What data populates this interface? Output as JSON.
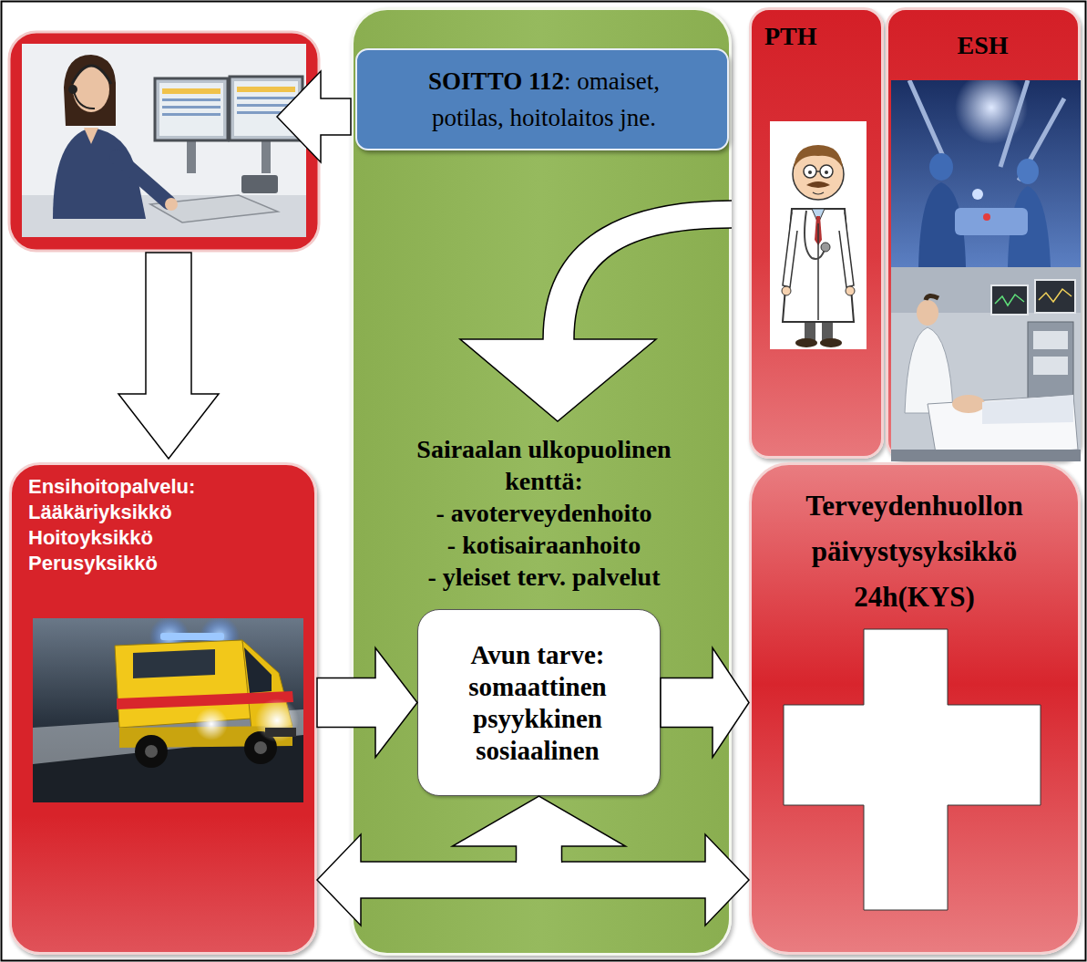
{
  "diagram": {
    "nodes": [
      {
        "text": [
          "Sairaalan ulkopuolinen kenttä:",
          "- avoterveydenhoito",
          "- kotisairaanhoito",
          "- yleiset terv. palvelut"
        ]
      },
      {
        "text": [
          "SOITTO 112",
          ": omaiset, potilas, hoitolaitos jne."
        ],
        "in": 0
      },
      {
        "text": [
          "PTH"
        ]
      },
      {
        "text": [
          "ESH"
        ]
      },
      {
        "text": [
          "Ensihoitopalvelu:",
          "Lääkäriyksikkö",
          "Hoitoyksikkö",
          "Perusyksikkö"
        ]
      },
      {
        "text": [
          "Avun tarve:",
          "somaattinen",
          "psyykkinen",
          "sosiaalinen"
        ],
        "in": 0
      },
      {
        "text": [
          "Terveydenhuollon",
          "päivystysyksikkö",
          "24h(KYS)"
        ]
      }
    ],
    "edges": [
      {
        "from": 4,
        "to": 5,
        "arrow": "to"
      },
      {
        "from": 5,
        "to": 6,
        "arrow": "to"
      },
      {
        "from": 4,
        "to": 6,
        "arrow": "both"
      }
    ]
  }
}
